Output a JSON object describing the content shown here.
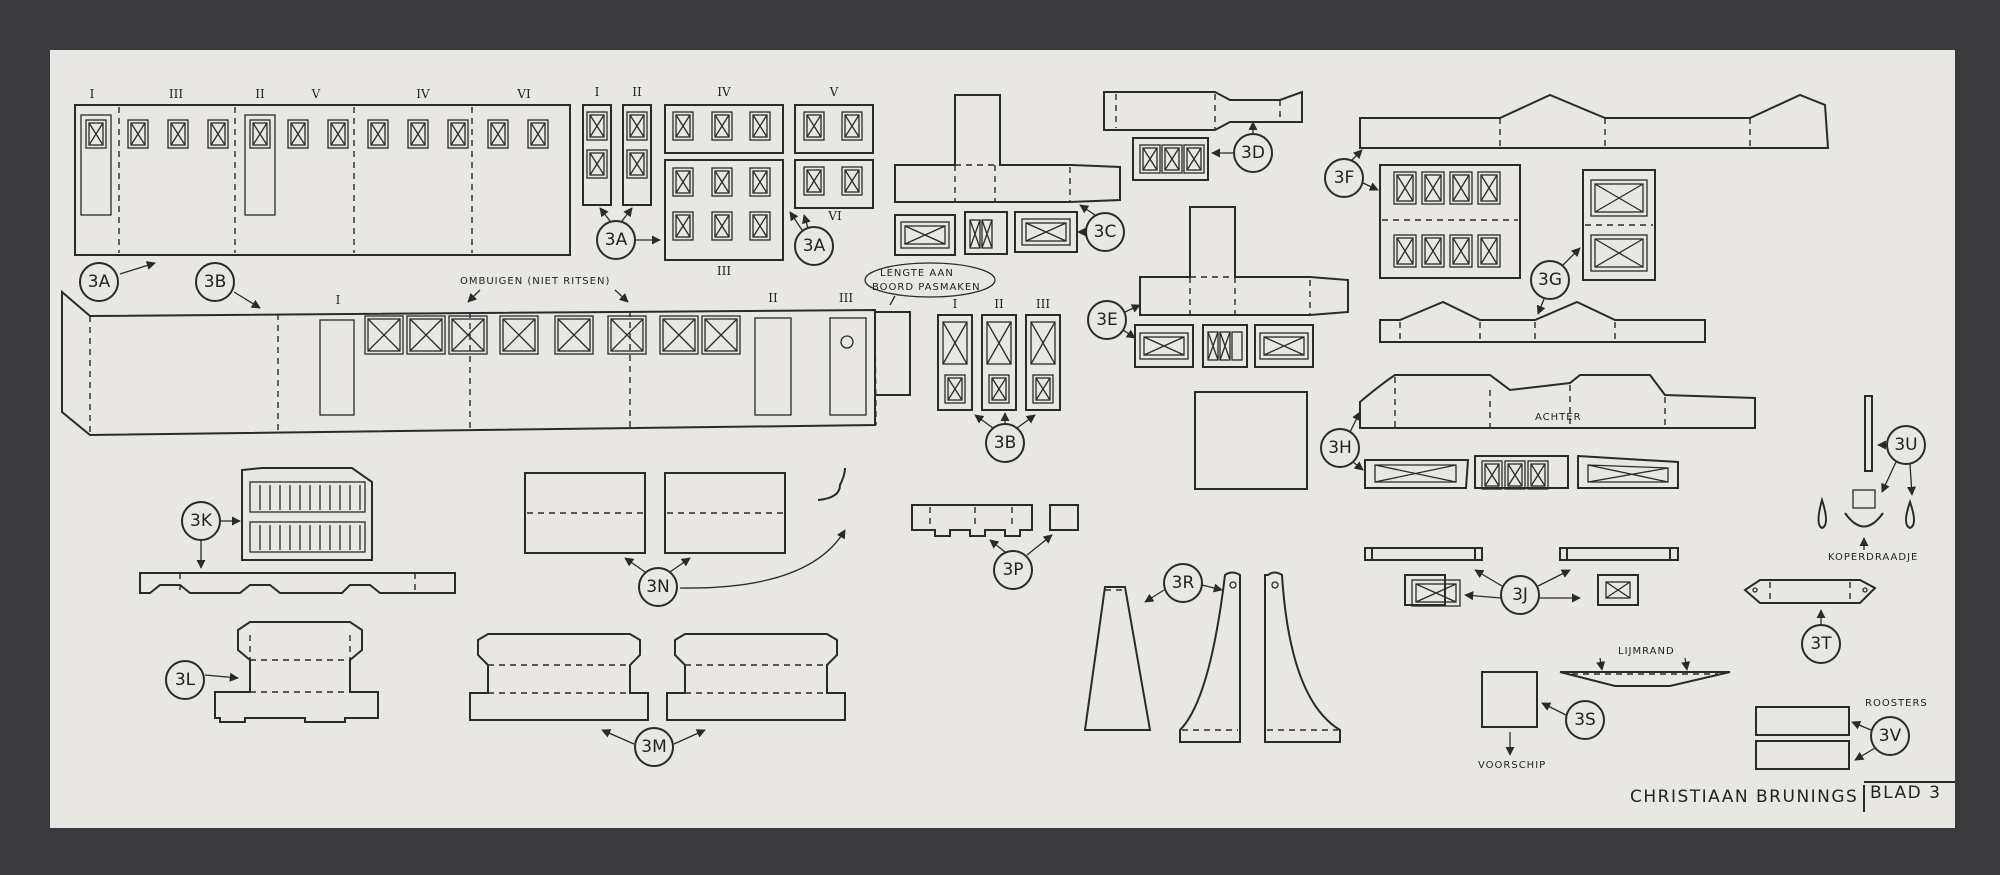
{
  "labels": {
    "l_3a_left": "3A",
    "l_3a_mid": "3A",
    "l_3a_right": "3A",
    "l_3b": "3B",
    "l_3b2": "3B",
    "l_3c": "3C",
    "l_3d": "3D",
    "l_3e": "3E",
    "l_3f": "3F",
    "l_3g": "3G",
    "l_3h": "3H",
    "l_3j": "3J",
    "l_3k": "3K",
    "l_3l": "3L",
    "l_3m": "3M",
    "l_3n": "3N",
    "l_3p": "3P",
    "l_3r": "3R",
    "l_3s": "3S",
    "l_3t": "3T",
    "l_3u": "3U",
    "l_3v": "3V"
  },
  "numerals": {
    "n1": "I",
    "n2": "III",
    "n3": "II",
    "n4": "V",
    "n5": "IV",
    "n6": "VI",
    "n7": "I",
    "n8": "II",
    "n9": "IV",
    "n10": "V",
    "n11": "VI",
    "n12": "III",
    "n13": "I",
    "n14": "II",
    "n15": "III",
    "n16": "I",
    "n17": "II",
    "n18": "III"
  },
  "notes": {
    "ombuigen": "OMBUIGEN (NIET RITSEN)",
    "lengte_1": "LENGTE AAN",
    "lengte_2": "BOORD PASMAKEN",
    "achter": "ACHTER",
    "koperdraadje": "KOPERDRAADJE",
    "lijmrand": "LIJMRAND",
    "voorschip": "VOORSCHIP",
    "roosters": "ROOSTERS"
  },
  "signature": "CHRISTIAAN BRUNINGS",
  "sheet_id": "BLAD 3"
}
